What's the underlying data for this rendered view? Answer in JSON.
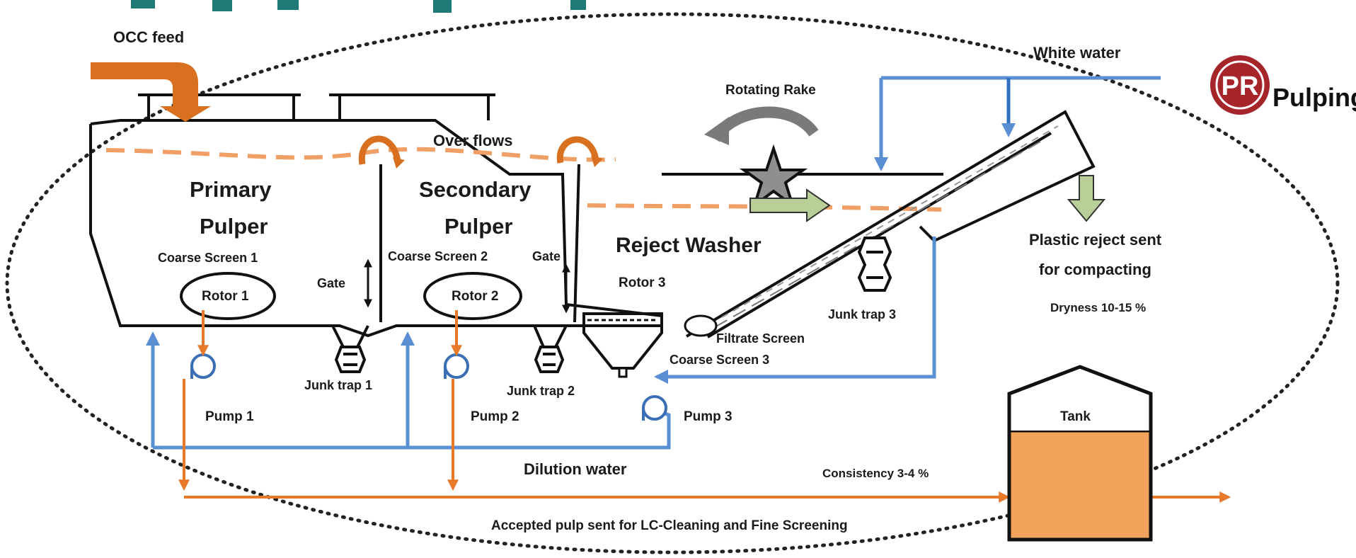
{
  "labels": {
    "occ_feed": "OCC feed",
    "white_water": "White water",
    "rotating_rake": "Rotating Rake",
    "over_flows": "Over flows",
    "primary_pulper_1": "Primary",
    "primary_pulper_2": "Pulper",
    "secondary_pulper_1": "Secondary",
    "secondary_pulper_2": "Pulper",
    "reject_washer": "Reject Washer",
    "coarse_screen_1": "Coarse Screen 1",
    "coarse_screen_2": "Coarse Screen 2",
    "coarse_screen_3": "Coarse Screen 3",
    "gate_1": "Gate",
    "gate_2": "Gate",
    "rotor_1": "Rotor 1",
    "rotor_2": "Rotor 2",
    "rotor_3": "Rotor 3",
    "filtrate_screen": "Filtrate Screen",
    "junk_trap_1": "Junk trap 1",
    "junk_trap_2": "Junk trap 2",
    "junk_trap_3": "Junk trap 3",
    "pump_1": "Pump 1",
    "pump_2": "Pump 2",
    "pump_3": "Pump 3",
    "plastic_reject_1": "Plastic reject sent",
    "plastic_reject_2": "for compacting",
    "dryness": "Dryness 10-15 %",
    "tank": "Tank",
    "dilution_water": "Dilution water",
    "consistency": "Consistency 3-4 %",
    "accepted_pulp": "Accepted pulp sent for LC-Cleaning and Fine Screening"
  },
  "logo": {
    "text": "Pulping",
    "mark": "PR"
  },
  "colors": {
    "pulp_line": "#e8792a",
    "water_line": "#5b8fd4",
    "feed_arrow": "#d9701f",
    "green_arrow": "#b9cf98",
    "rake": "#7a7a7a",
    "logo_red": "#a5252b",
    "tank_fill": "#f3a25b"
  }
}
